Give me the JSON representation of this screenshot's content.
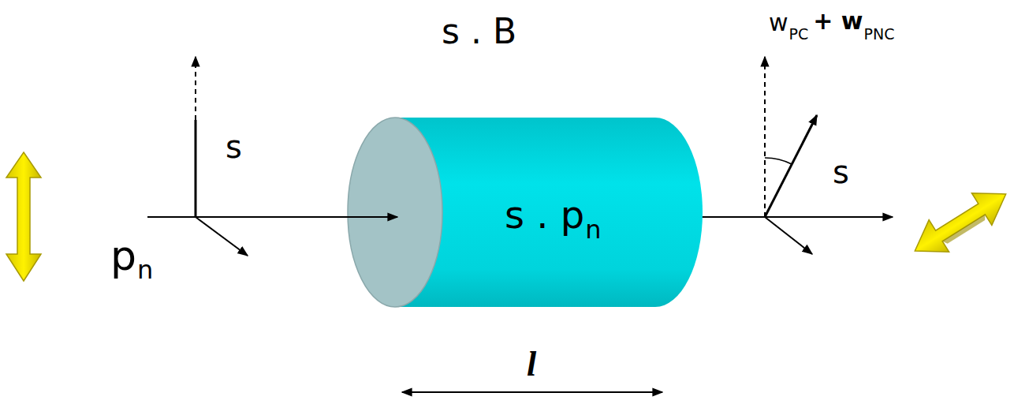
{
  "diagram": {
    "nodes": [
      {
        "text": [
          "s . p",
          "n"
        ]
      }
    ],
    "labels": [
      "s . B",
      "w",
      "PC",
      "+ w",
      "PNC",
      "s",
      "s",
      "p",
      "n",
      "l"
    ]
  }
}
